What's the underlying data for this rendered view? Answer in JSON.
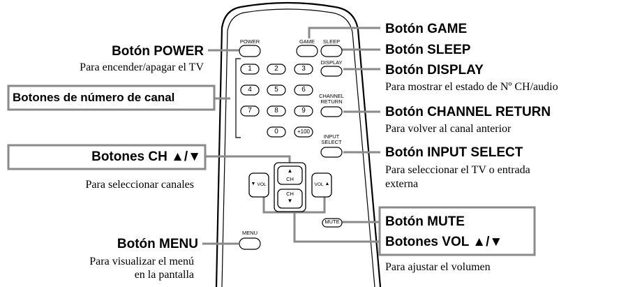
{
  "remote": {
    "buttons": {
      "power": "POWER",
      "game": "GAME",
      "sleep": "SLEEP",
      "display": "DISPLAY",
      "channel_return": "CHANNEL RETURN",
      "input_select": "INPUT SELECT",
      "mute": "MUTE",
      "menu": "MENU",
      "ch": "CH",
      "vol": "VOL",
      "up_arrow": "▲",
      "down_arrow": "▼",
      "digits": [
        "1",
        "2",
        "3",
        "4",
        "5",
        "6",
        "7",
        "8",
        "9",
        "0",
        "+100"
      ]
    }
  },
  "callouts": {
    "game": {
      "title": "Botón GAME"
    },
    "sleep": {
      "title": "Botón SLEEP"
    },
    "display": {
      "title": "Botón DISPLAY",
      "desc": "Para mostrar el estado de Nº CH/audio"
    },
    "channel_return": {
      "title": "Botón CHANNEL RETURN",
      "desc": "Para volver al canal anterior"
    },
    "input_select": {
      "title": "Botón INPUT SELECT",
      "desc_1": "Para seleccionar el TV o entrada",
      "desc_2": "externa"
    },
    "mute": {
      "title": "Botón MUTE"
    },
    "vol": {
      "title": "Botones VOL ▲/▼",
      "desc": "Para ajustar el volumen"
    },
    "power": {
      "title": "Botón POWER",
      "desc": "Para encender/apagar el TV"
    },
    "channel_numbers": {
      "title": "Botones de número de canal"
    },
    "ch": {
      "title": "Botones CH ▲/▼",
      "desc": "Para seleccionar canales"
    },
    "menu": {
      "title": "Botón MENU",
      "desc_1": "Para visualizar el menú",
      "desc_2": "en la pantalla"
    }
  },
  "colors": {
    "box_border": "#8a8a8a",
    "leader_line": "#8a8a8a",
    "ink": "#000000"
  }
}
